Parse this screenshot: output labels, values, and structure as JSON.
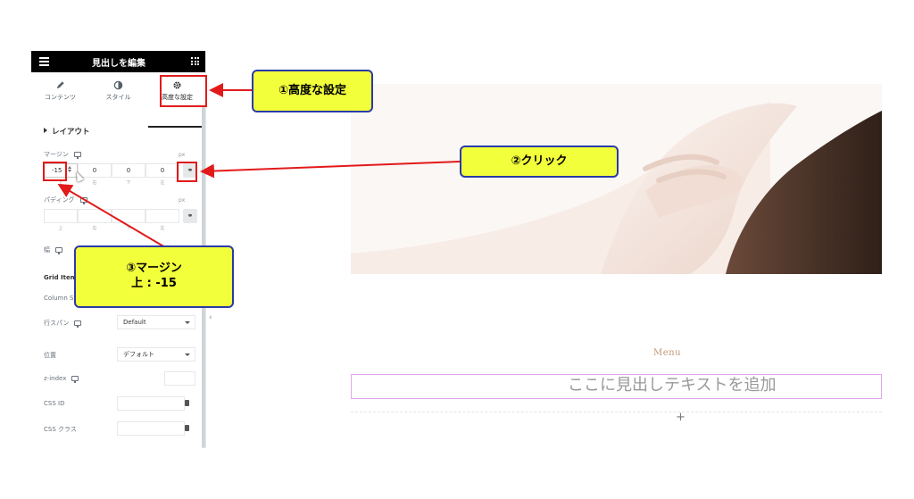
{
  "panel": {
    "title": "見出しを編集",
    "tabs": [
      {
        "label": "コンテンツ",
        "icon": "pencil-icon"
      },
      {
        "label": "スタイル",
        "icon": "contrast-icon"
      },
      {
        "label": "高度な設定",
        "icon": "gear-icon"
      }
    ],
    "active_tab": "高度な設定",
    "section": "レイアウト",
    "margin": {
      "label": "マージン",
      "unit": "px",
      "values": [
        "-15",
        "0",
        "0",
        "0"
      ],
      "captions": [
        "上",
        "右",
        "下",
        "左"
      ]
    },
    "padding": {
      "label": "パディング",
      "unit": "px",
      "values": [
        "",
        "",
        "",
        ""
      ],
      "captions": [
        "上",
        "右",
        "下",
        "左"
      ]
    },
    "width_label": "幅",
    "grid_item_label": "Grid Item",
    "column_span_label": "Column S",
    "row_span": {
      "label": "行スパン",
      "value": "Default"
    },
    "position": {
      "label": "位置",
      "value": "デフォルト"
    },
    "zindex_label": "z-index",
    "css_id_label": "CSS ID",
    "css_class_label": "CSS クラス"
  },
  "preview": {
    "menu_label": "Menu",
    "heading": "ここに見出しテキストを追加",
    "add_symbol": "+"
  },
  "annotations": {
    "callout1": "①高度な設定",
    "callout2": "②クリック",
    "callout3_line1": "③マージン",
    "callout3_line2": "上 : -15",
    "highlight_color": "#f2ff3b",
    "arrow_color": "#e21a1a",
    "border_color": "#2b3aa6"
  }
}
